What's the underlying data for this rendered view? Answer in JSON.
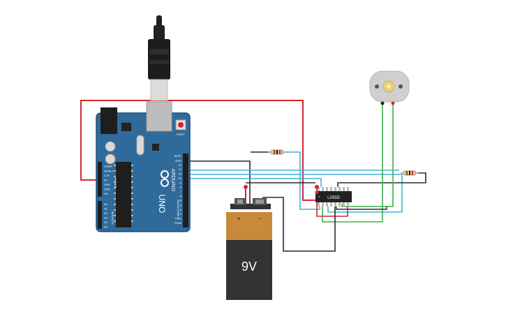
{
  "app": "Circuit breadboard editor",
  "colors": {
    "arduino_board": "#2f6a9a",
    "arduino_edge": "#1f4f78",
    "wire_red": "#d6262f",
    "wire_black": "#2a2a2a",
    "wire_cyan": "#3fb2d6",
    "wire_green": "#3bb34a",
    "battery_top": "#c88a3a",
    "battery_body": "#333333",
    "motor_body": "#cfcfcf",
    "resistor_body": "#d9c7a3"
  },
  "arduino": {
    "logo_text": "ARDUINO",
    "model_text": "UNO",
    "digital_label": "DIGITAL (PWM~)",
    "header_top": [
      "AREF",
      "GND",
      "13",
      "12",
      "~11",
      "~10",
      "~9",
      "8",
      "7",
      "~6",
      "~5",
      "4",
      "~3",
      "2",
      "TX▸1",
      "RX◂0"
    ],
    "power_pins": [
      "IOREF",
      "RESET",
      "3.3V",
      "5V",
      "GND",
      "GND",
      "Vin"
    ],
    "power_label": "POWER",
    "analog_pins": [
      "A0",
      "A1",
      "A2",
      "A3",
      "A4",
      "A5"
    ],
    "analog_label": "ANALOG IN",
    "reset_label": "RESET"
  },
  "usb_cable": {
    "name": "USB cable"
  },
  "chip": {
    "label": "L293D"
  },
  "battery": {
    "label": "9V",
    "plus": "+",
    "minus": "−"
  },
  "motor": {
    "name": "DC motor"
  },
  "resistors": [
    {
      "name": "resistor-1"
    },
    {
      "name": "resistor-2"
    }
  ]
}
